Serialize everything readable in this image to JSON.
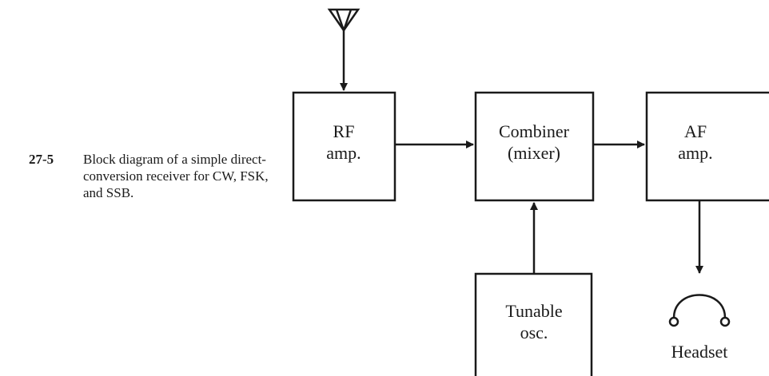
{
  "caption": {
    "figure_number": "27-5",
    "text": "Block diagram of a simple direct-conversion receiver for CW, FSK, and SSB."
  },
  "blocks": {
    "rf_amp": {
      "line1": "RF",
      "line2": "amp."
    },
    "combiner": {
      "line1": "Combiner",
      "line2": "(mixer)"
    },
    "af_amp": {
      "line1": "AF",
      "line2": "amp."
    },
    "tunable_osc": {
      "line1": "Tunable",
      "line2": "osc."
    }
  },
  "headset": {
    "label": "Headset"
  },
  "antenna": {
    "icon": "antenna-icon"
  }
}
